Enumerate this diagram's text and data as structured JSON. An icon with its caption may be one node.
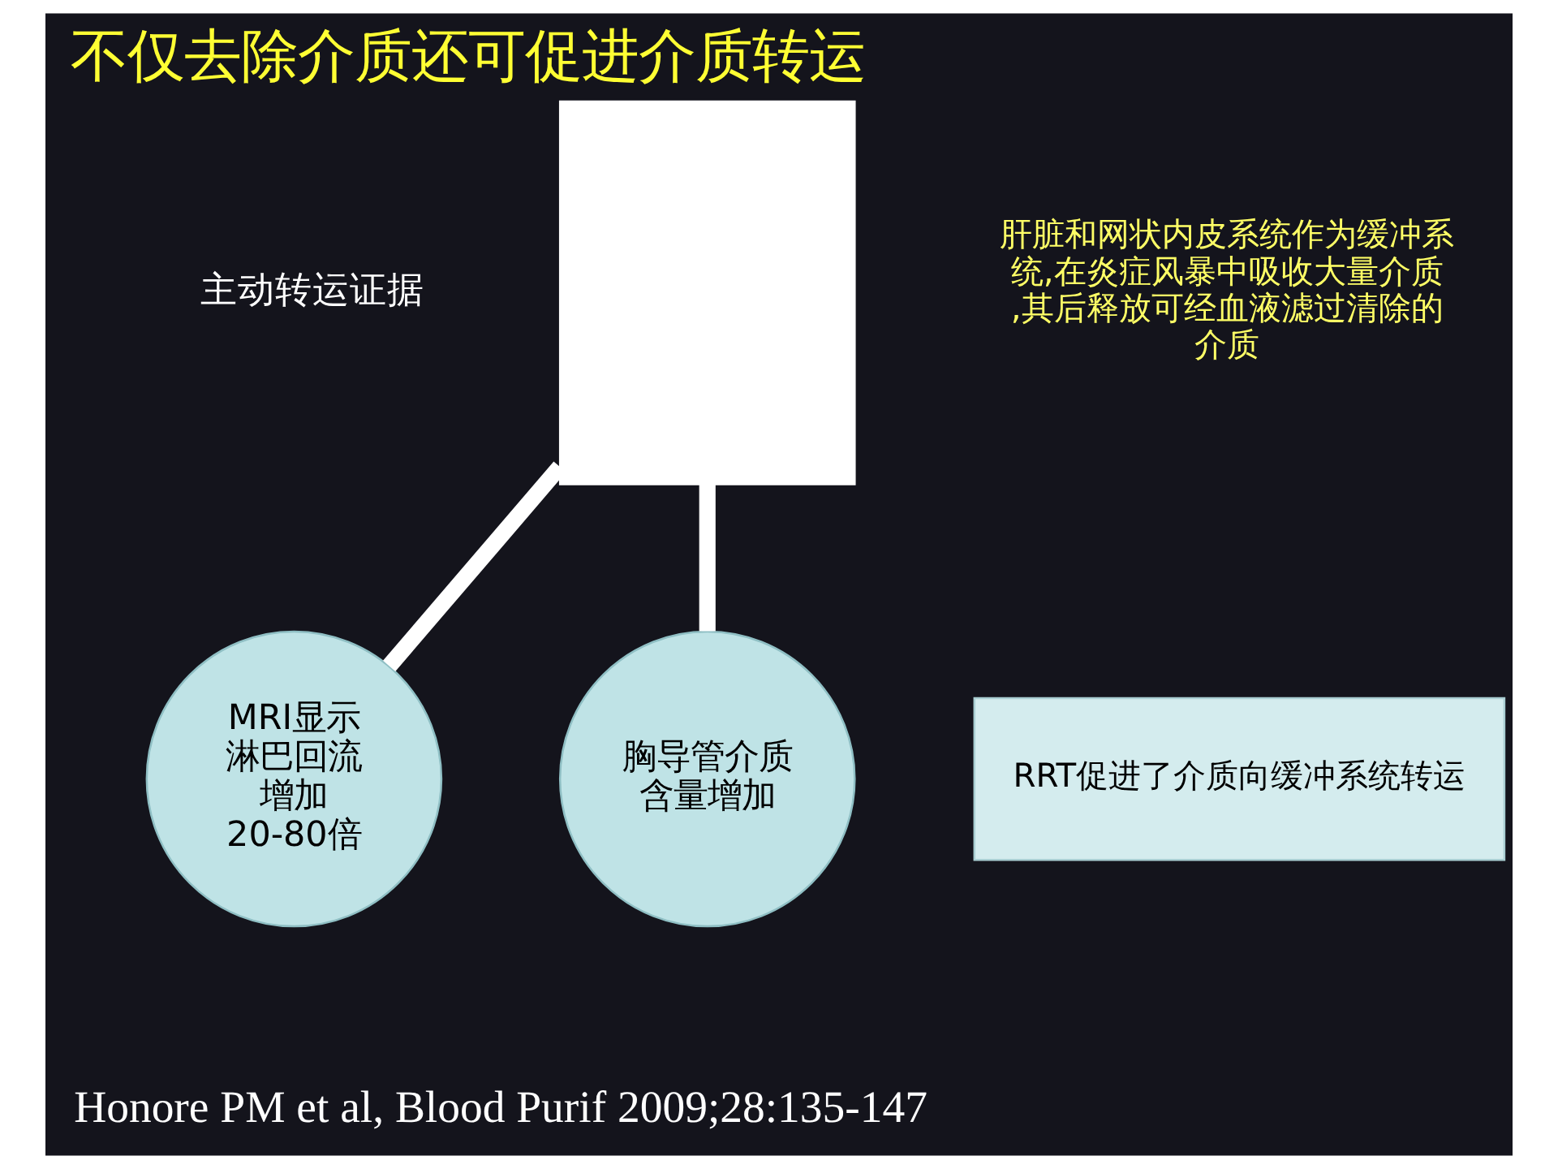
{
  "diagram": {
    "title": "不仅去除介质还可促进介质转运",
    "caption": "Honore PM et al, Blood Purif 2009;28:135-147",
    "nodes": [
      {
        "text": [],
        "shape": "box"
      },
      {
        "text": [
          "RRT促进了介质向缓冲系统转运"
        ]
      },
      {
        "text": [
          "MRI显示淋巴回流增加20-80倍"
        ]
      },
      {
        "text": [
          "胸导管介质含量增加"
        ]
      }
    ],
    "edges": [
      {
        "from": 0,
        "to": 2,
        "arrow": "none"
      },
      {
        "from": 0,
        "to": 3,
        "arrow": "none"
      }
    ],
    "labels": [
      "主动转运证据",
      "肝脏和网状内皮系统作为缓冲系统,在炎症风暴中吸收大量介质,其后释放可经血液滤过清除的介质"
    ]
  }
}
